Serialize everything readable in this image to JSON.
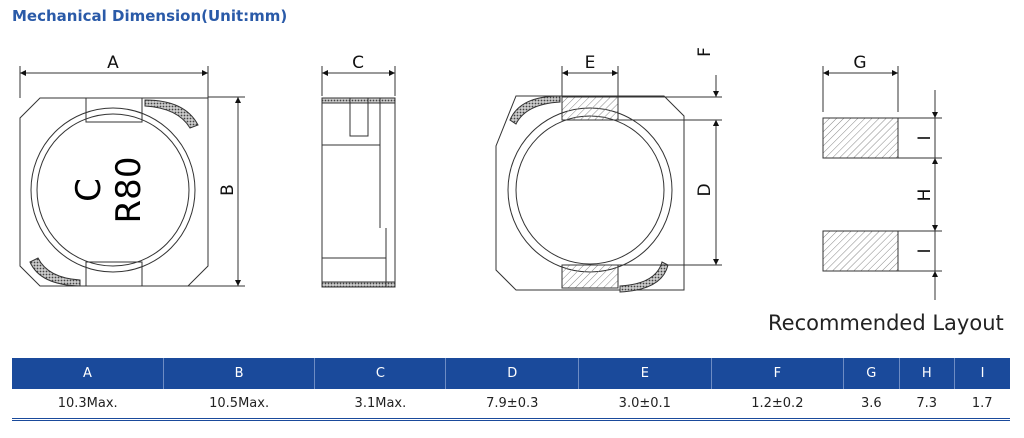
{
  "title": "Mechanical Dimension(Unit:mm)",
  "drawing": {
    "front_labels": {
      "a": "A",
      "b": "B"
    },
    "marking": {
      "line1": "C",
      "line2": "R80"
    },
    "side_label": "C",
    "bottom_labels": {
      "e": "E",
      "f": "F",
      "d": "D"
    },
    "layout_labels": {
      "g": "G",
      "h": "H",
      "i1": "I",
      "i2": "I"
    },
    "layout_caption": "Recommended Layout"
  },
  "table": {
    "headers": [
      "A",
      "B",
      "C",
      "D",
      "E",
      "F",
      "G",
      "H",
      "I"
    ],
    "values": [
      "10.3Max.",
      "10.5Max.",
      "3.1Max.",
      "7.9±0.3",
      "3.0±0.1",
      "1.2±0.2",
      "3.6",
      "7.3",
      "1.7"
    ]
  }
}
